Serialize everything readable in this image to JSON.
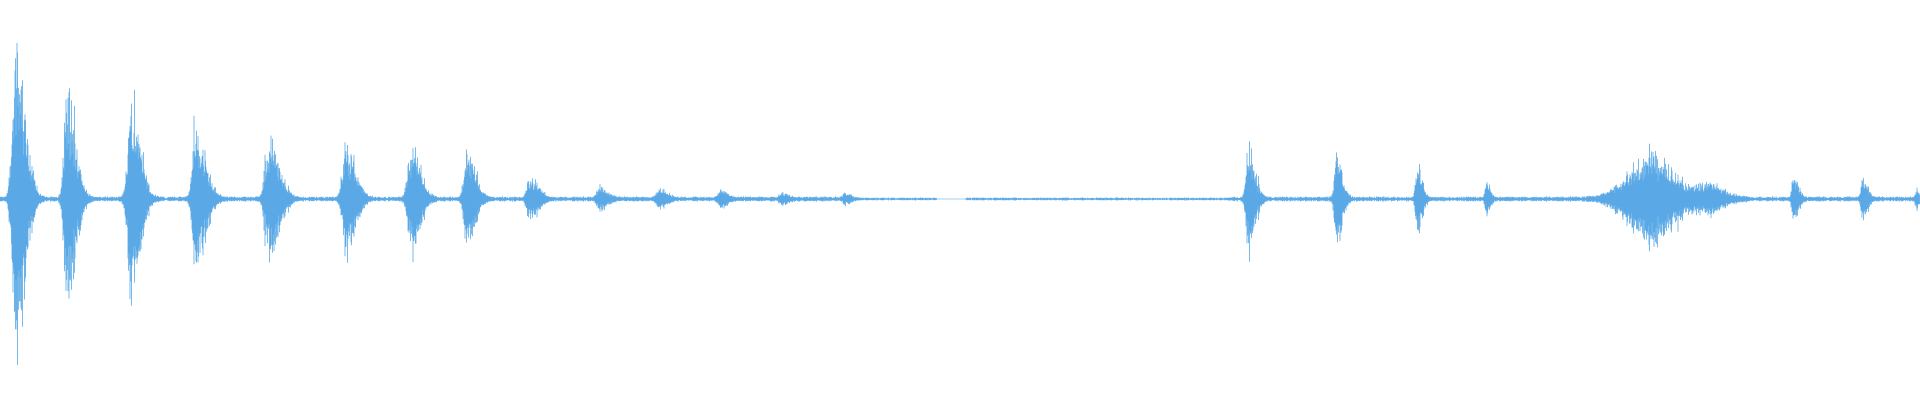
{
  "waveform": {
    "color": "#5aa9e6",
    "background": "#ffffff",
    "bursts": [
      {
        "t": 0.008,
        "amp": 0.92,
        "width": 0.01,
        "shape": "spiky"
      },
      {
        "t": 0.035,
        "amp": 0.66,
        "width": 0.009,
        "shape": "spiky"
      },
      {
        "t": 0.068,
        "amp": 0.56,
        "width": 0.01,
        "shape": "spiky"
      },
      {
        "t": 0.102,
        "amp": 0.44,
        "width": 0.01,
        "shape": "spiky"
      },
      {
        "t": 0.14,
        "amp": 0.36,
        "width": 0.011,
        "shape": "spiky"
      },
      {
        "t": 0.18,
        "amp": 0.32,
        "width": 0.01,
        "shape": "spiky"
      },
      {
        "t": 0.214,
        "amp": 0.3,
        "width": 0.01,
        "shape": "spiky"
      },
      {
        "t": 0.243,
        "amp": 0.27,
        "width": 0.009,
        "shape": "spiky"
      },
      {
        "t": 0.276,
        "amp": 0.13,
        "width": 0.009,
        "shape": "spiky"
      },
      {
        "t": 0.312,
        "amp": 0.07,
        "width": 0.008,
        "shape": "spiky"
      },
      {
        "t": 0.343,
        "amp": 0.06,
        "width": 0.008,
        "shape": "spiky"
      },
      {
        "t": 0.375,
        "amp": 0.05,
        "width": 0.007,
        "shape": "spiky"
      },
      {
        "t": 0.407,
        "amp": 0.035,
        "width": 0.006,
        "shape": "spiky"
      },
      {
        "t": 0.44,
        "amp": 0.03,
        "width": 0.006,
        "shape": "spiky"
      },
      {
        "t": 0.65,
        "amp": 0.32,
        "width": 0.007,
        "shape": "spiky"
      },
      {
        "t": 0.696,
        "amp": 0.27,
        "width": 0.006,
        "shape": "spiky"
      },
      {
        "t": 0.738,
        "amp": 0.21,
        "width": 0.005,
        "shape": "spiky"
      },
      {
        "t": 0.774,
        "amp": 0.1,
        "width": 0.004,
        "shape": "spiky"
      },
      {
        "t": 0.86,
        "amp": 0.28,
        "width": 0.018,
        "shape": "dense"
      },
      {
        "t": 0.888,
        "amp": 0.09,
        "width": 0.014,
        "shape": "dense"
      },
      {
        "t": 0.934,
        "amp": 0.14,
        "width": 0.005,
        "shape": "spiky"
      },
      {
        "t": 0.97,
        "amp": 0.12,
        "width": 0.005,
        "shape": "spiky"
      },
      {
        "t": 0.998,
        "amp": 0.06,
        "width": 0.003,
        "shape": "spiky"
      }
    ],
    "silence_ranges": [
      [
        0.488,
        0.503
      ]
    ]
  }
}
